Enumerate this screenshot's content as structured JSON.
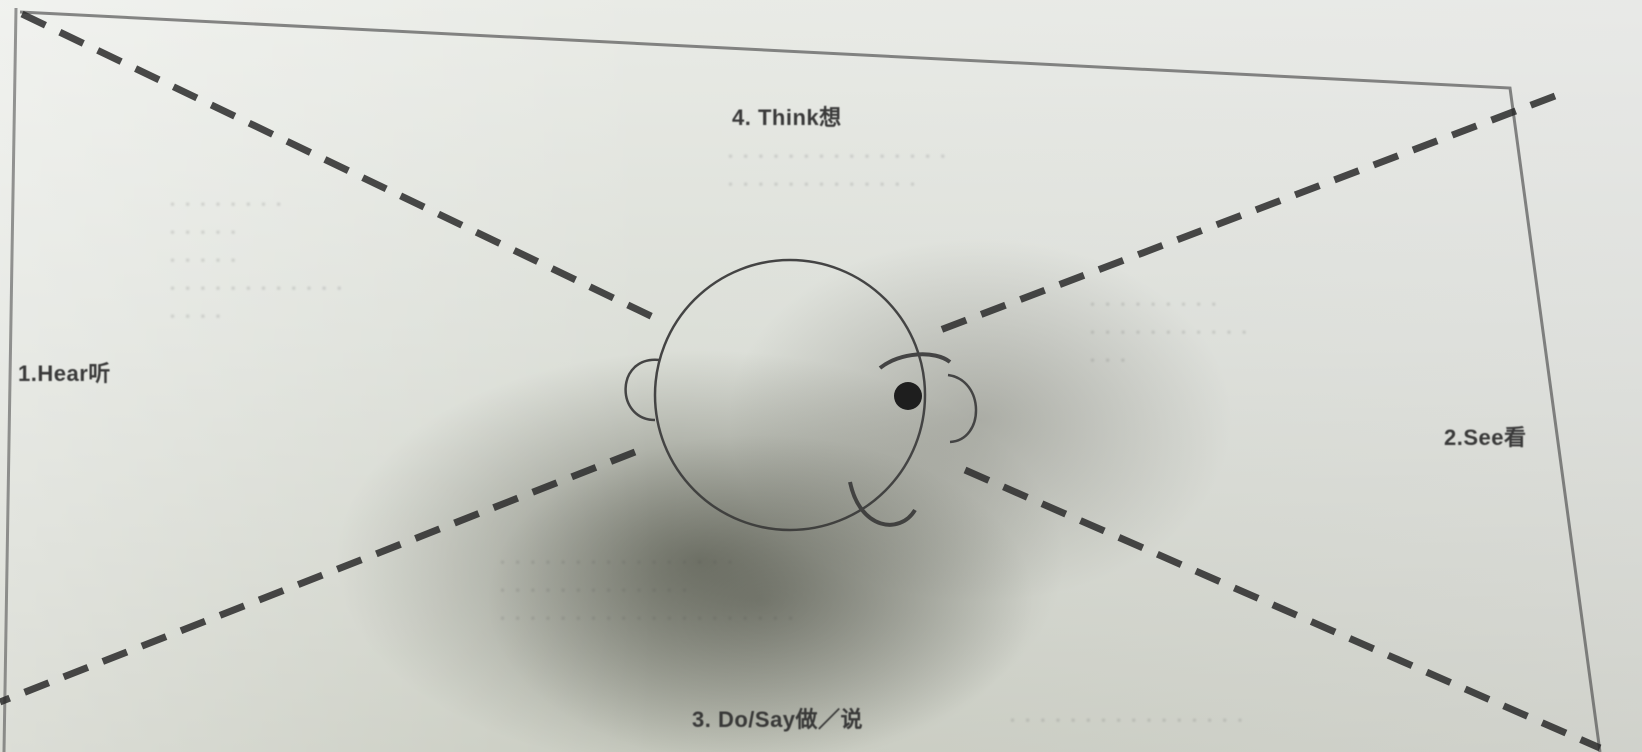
{
  "sections": {
    "think": {
      "label": "4. Think想"
    },
    "hear": {
      "label": "1.Hear听"
    },
    "see": {
      "label": "2.See看"
    },
    "do_say": {
      "label": "3. Do/Say做／说"
    }
  },
  "notes": {
    "think_lines": [
      "· · · · · · · · · · · · · · ·",
      "· · · · · · · · · · · · ·"
    ],
    "hear_lines": [
      "· · · · · · · ·",
      "· · · · ·",
      "· · · · ·",
      "· · · · · · · · · · · ·",
      "· · · ·"
    ],
    "see_lines": [
      "· · · · · · · · ·",
      "· · · · · · · · · · ·",
      "· · ·"
    ],
    "do_lines": [
      "· · · · · · · · · · · · · · · ·",
      "· · · · · · · · · · · · ·",
      "· · · · · · · · · · · · · · · · · · · ·"
    ],
    "do_right_line": "· · · · · · · · · · · · · · · ·"
  },
  "icons": {
    "head": "head-outline-icon"
  },
  "colors": {
    "ink": "#3a3a3a",
    "paper": "#e4e6e0",
    "shadow": "#3c3e32"
  }
}
